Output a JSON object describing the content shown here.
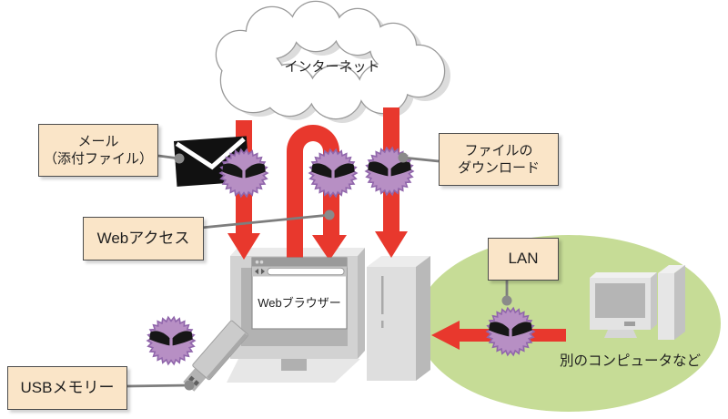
{
  "diagram": {
    "cloud_label": "インターネット",
    "labels": {
      "mail_line1": "メール",
      "mail_line2": "（添付ファイル）",
      "web": "Webアクセス",
      "download_line1": "ファイルの",
      "download_line2": "ダウンロード",
      "lan": "LAN",
      "usb": "USBメモリー"
    },
    "browser_label": "Webブラウザー",
    "other_computer_caption": "別のコンピュータなど",
    "icons": {
      "virus": "malware-virus-icon",
      "envelope": "mail-envelope-icon",
      "usb": "usb-memory-stick-icon",
      "cloud": "internet-cloud-icon"
    },
    "colors": {
      "arrow_red": "#e8382d",
      "label_fill": "#fae5c8",
      "label_border": "#4c4c4c",
      "zone_green": "#c6dc96",
      "virus_body": "#b78fc4",
      "virus_outline": "#9066ab",
      "connector_gray": "#7d7d7d"
    }
  }
}
